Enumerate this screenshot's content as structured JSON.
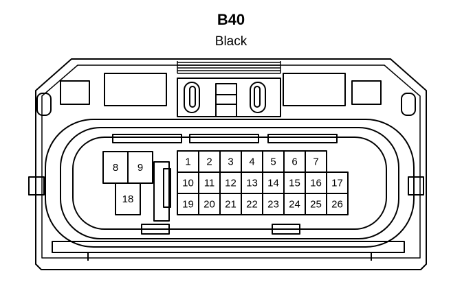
{
  "connector": {
    "code": "B40",
    "color_label": "Black"
  },
  "pins": {
    "large": [
      "8",
      "9",
      "18"
    ],
    "row1": [
      "1",
      "2",
      "3",
      "4",
      "5",
      "6",
      "7"
    ],
    "row2": [
      "10",
      "11",
      "12",
      "13",
      "14",
      "15",
      "16",
      "17"
    ],
    "row3": [
      "19",
      "20",
      "21",
      "22",
      "23",
      "24",
      "25",
      "26"
    ]
  },
  "colors": {
    "line": "#000000",
    "background": "#ffffff"
  }
}
